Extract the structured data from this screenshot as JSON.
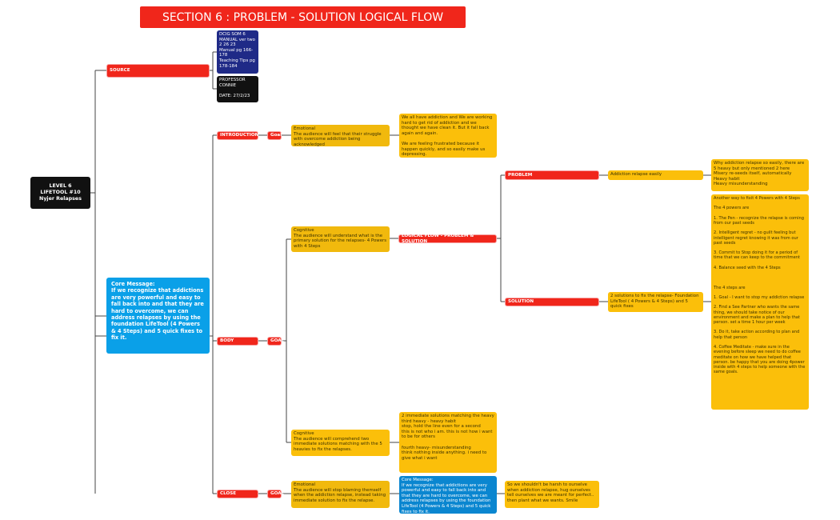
{
  "title": "SECTION 6 : PROBLEM - SOLUTION LOGICAL FLOW",
  "root": "LEVEL 6\nLIFETOOL #10\nNyjer Relapses",
  "source": {
    "label": "SOURCE",
    "reference": "DCIG SOM 6\nMANUAL ver two\n2 26 23\nManual pg 166-178\nTeaching Tips pg 178-184",
    "author": "PROFESSOR\nCONNIE\n\nDATE: 27/2/23"
  },
  "core_message": "Core Message:\nIf we recognize that addictions are very powerful and easy to fall back into and  that they are hard to overcome, we can address relapses by using the foundation LifeTool (4 Powers & 4 Steps) and 5 quick fixes to fix it.",
  "introduction": {
    "label": "INTRODUCTION",
    "goal_label": "Goal",
    "goal": "Emotional\nThe audience will feel that their struggle with overcome addiction being acknowledged",
    "detail": "We all have addiction and  We are working hard to get rid of addiction and we thought we have clean it. But it fall back again and again.\n\nWe are feeling frustrated because it happen quickly, and so easily make us  depressing."
  },
  "body": {
    "label": "BODY",
    "goal_label": "GOAL",
    "cognitive1": "Cognitive\nThe audience will understand what is the primary solution for the relapses- 4 Powers with 4 Steps",
    "logical_flow": "LOGICAL FLOW - PROBLEM & SOLUTION",
    "problem": {
      "label": "PROBLEM",
      "summary": "Addiction relapse easily",
      "detail": "Why addiction relapse so easily, there are 5 heavy but only mentioned 2 here\nMisery re-seeds itself, automatically\nHeavy habit\nHeavy misunderstanding"
    },
    "solution": {
      "label": "SOLUTION",
      "summary": "2 solutions to fix the relapse- Foundation LifeTool ( 4 Powers & 4 Steps)  and 5 quick fixes",
      "detail": "Another way to fixit 4 Powers with 4 Steps\n\nThe 4 powers are\n\n1. The Pen - recognize the relapse is coming from our past seeds\n\n2. Intelligent regret - no guilt feeling but intelligent regret knowing it was from our past seeds\n\n3. Commit to Stop doing it for a period of time that we can keep to the commitment\n\n4. Balance seed with the 4 Steps\n\n\n\nThe 4 steps are\n\n1. Goal - I want to stop my addiction relapse\n\n2. Find a See Partner who wants the same thing, we should take notice of our environment and make a plan to help that person. set a time 1 hour per week\n\n3. Do it, take action according to plan and help that person\n\n4. Coffee Meditate - make sure in the evening before sleep we need to do coffee meditate on how we have helped that person. be happy that you are doing 4power inside with 4 steps to help someone with the same goals."
    },
    "cognitive2": "Cognitive\nThe audience will comprehend two immediate solutions matching with the 5 heavies to fix the relapses.",
    "immediate": "2 immediate solutions matching the heavy\nthird heavy - heavy habit\nstop, hold the line even for a second\nthis is not who i am. this is not how i want to be for others\n\nfourth heavy- misunderstanding\nthink nothing inside anything. i need to give what i want"
  },
  "close": {
    "label": "CLOSE",
    "goal_label": "GOAL",
    "goal": "Emotional\nThe audience will stop blaming themself when the addiction relapse, instead taking immediate solution to fix the relapse.",
    "core_message": "Core Message:\nIf we recognize that addictions are very powerful and easy to fall back into and  that they are hard to overcome, we can address relapses by using the foundation LifeTool (4 Powers & 4 Steps) and 5 quick fixes to fix it.",
    "final": "So we shouldn't be harsh to ourselve when addiction relapse, hug ourselves tell ourselves we are meant for perfect.. then plant what we wants. Smile"
  },
  "colors": {
    "red": "#f0261b",
    "yellow": "#fbbf0a",
    "blue": "#0aa0e8",
    "navy": "#1f2a87",
    "black": "#111111"
  }
}
